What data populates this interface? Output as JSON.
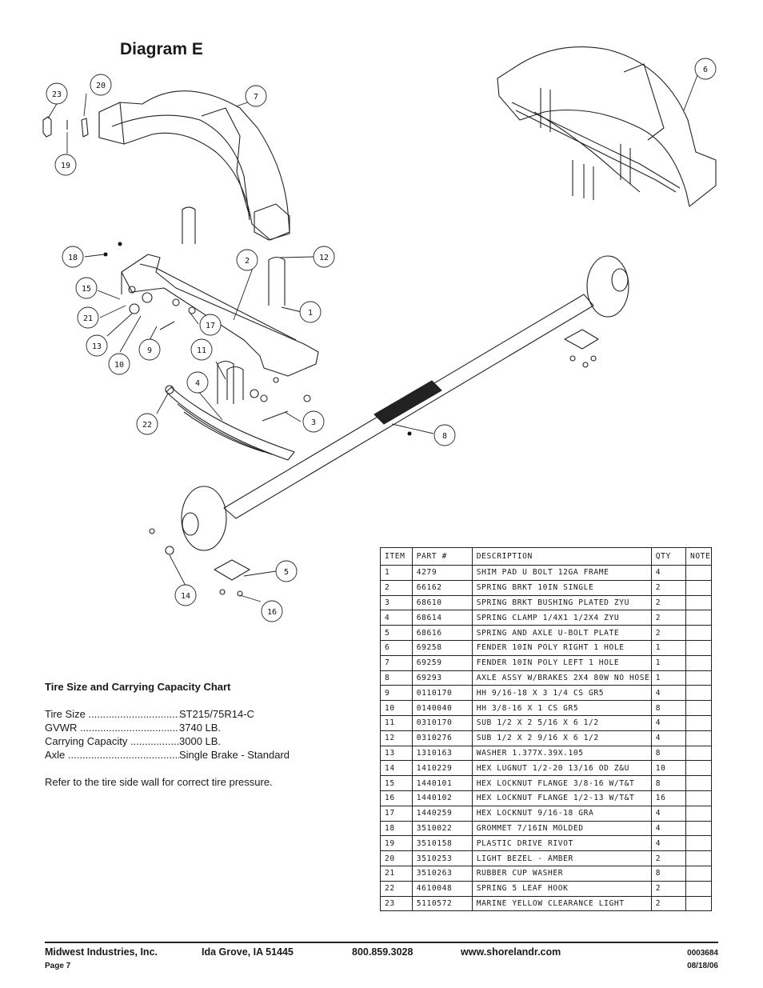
{
  "page": {
    "title": "Diagram E"
  },
  "callouts": [
    "1",
    "2",
    "3",
    "4",
    "5",
    "6",
    "7",
    "8",
    "9",
    "10",
    "11",
    "12",
    "13",
    "14",
    "15",
    "16",
    "17",
    "18",
    "19",
    "20",
    "21",
    "22",
    "23"
  ],
  "parts_table": {
    "headers": [
      "ITEM",
      "PART #",
      "DESCRIPTION",
      "QTY",
      "NOTE"
    ],
    "rows": [
      [
        "1",
        "4279",
        "SHIM PAD   U BOLT 12GA FRAME",
        "4",
        ""
      ],
      [
        "2",
        "66162",
        "SPRING BRKT  10IN SINGLE",
        "2",
        ""
      ],
      [
        "3",
        "68610",
        "SPRING BRKT BUSHING PLATED ZYU",
        "2",
        ""
      ],
      [
        "4",
        "68614",
        "SPRING CLAMP   1/4X1 1/2X4  ZYU",
        "2",
        ""
      ],
      [
        "5",
        "68616",
        "SPRING AND AXLE U-BOLT PLATE",
        "2",
        ""
      ],
      [
        "6",
        "69258",
        "FENDER  10IN POLY RIGHT 1 HOLE",
        "1",
        ""
      ],
      [
        "7",
        "69259",
        "FENDER  10IN POLY LEFT 1 HOLE",
        "1",
        ""
      ],
      [
        "8",
        "69293",
        "AXLE ASSY W/BRAKES 2X4 80W NO HOSE",
        "1",
        ""
      ],
      [
        "9",
        "0110170",
        "HH 9/16-18 X 3 1/4 CS GR5",
        "4",
        ""
      ],
      [
        "10",
        "0140040",
        "HH 3/8-16 X 1 CS GR5",
        "8",
        ""
      ],
      [
        "11",
        "0310170",
        "SUB 1/2 X 2 5/16 X 6 1/2",
        "4",
        ""
      ],
      [
        "12",
        "0310276",
        "SUB 1/2 X 2 9/16 X 6 1/2",
        "4",
        ""
      ],
      [
        "13",
        "1310163",
        "WASHER 1.377X.39X.105",
        "8",
        ""
      ],
      [
        "14",
        "1410229",
        "HEX LUGNUT 1/2-20 13/16 OD Z&U",
        "10",
        ""
      ],
      [
        "15",
        "1440101",
        "HEX LOCKNUT FLANGE 3/8-16 W/T&T",
        "8",
        ""
      ],
      [
        "16",
        "1440102",
        "HEX LOCKNUT FLANGE 1/2-13 W/T&T",
        "16",
        ""
      ],
      [
        "17",
        "1440259",
        "HEX LOCKNUT 9/16-18 GRA",
        "4",
        ""
      ],
      [
        "18",
        "3510022",
        "GROMMET  7/16IN MOLDED",
        "4",
        ""
      ],
      [
        "19",
        "3510158",
        "PLASTIC DRIVE RIVOT",
        "4",
        ""
      ],
      [
        "20",
        "3510253",
        "LIGHT BEZEL - AMBER",
        "2",
        ""
      ],
      [
        "21",
        "3510263",
        "RUBBER CUP WASHER",
        "8",
        ""
      ],
      [
        "22",
        "4610048",
        "SPRING  5 LEAF HOOK",
        "2",
        ""
      ],
      [
        "23",
        "5110572",
        "MARINE YELLOW CLEARANCE LIGHT",
        "2",
        ""
      ]
    ]
  },
  "spec_chart": {
    "heading": "Tire Size and Carrying Capacity Chart",
    "rows": [
      {
        "label": "Tire Size",
        "value": "ST215/75R14-C"
      },
      {
        "label": "GVWR",
        "value": "3740 LB."
      },
      {
        "label": "Carrying Capacity",
        "value": "3000 LB."
      },
      {
        "label": "Axle",
        "value": "Single Brake - Standard"
      }
    ],
    "note": "Refer to the tire side wall for correct tire pressure."
  },
  "footer": {
    "company": "Midwest Industries, Inc.",
    "location": "Ida Grove, IA  51445",
    "phone": "800.859.3028",
    "website": "www.shorelandr.com",
    "page": "Page 7",
    "doc_number": "0003684",
    "date": "08/18/06"
  }
}
